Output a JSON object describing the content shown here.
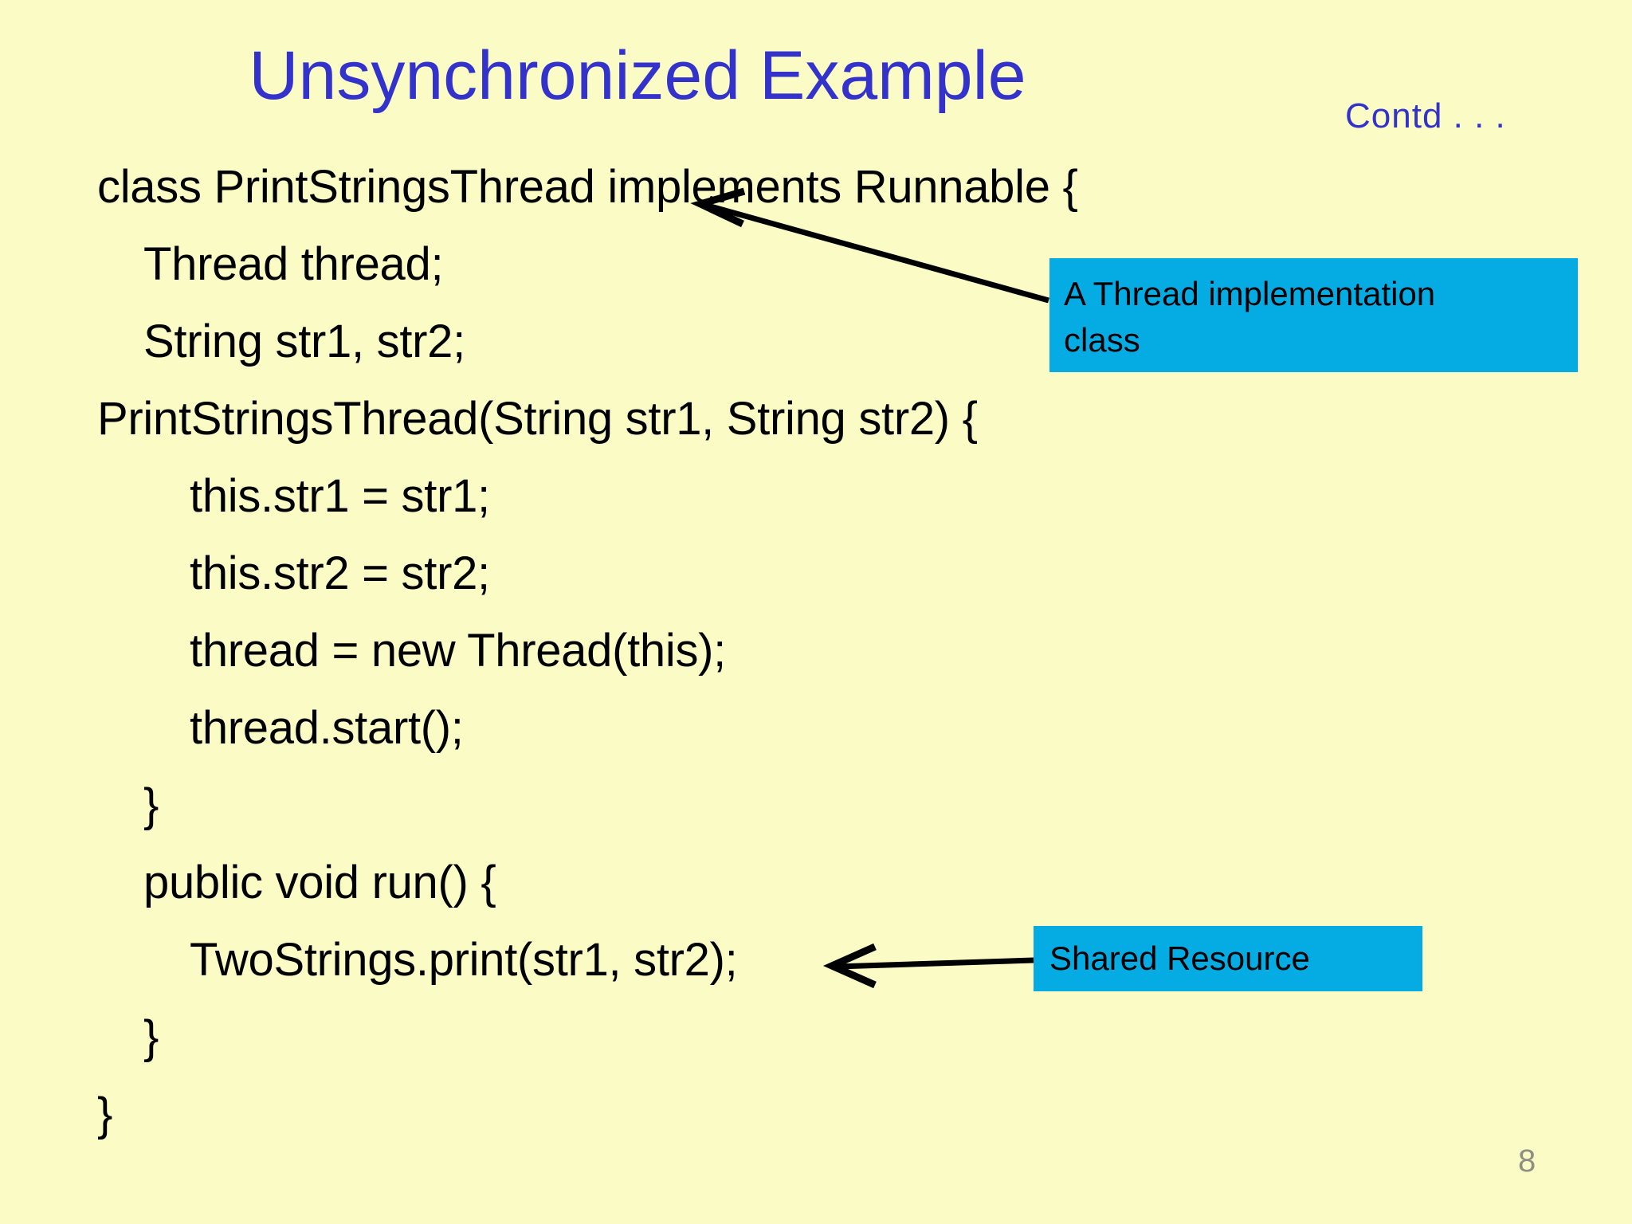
{
  "slide": {
    "background_color": "#fbfbc6",
    "title": "Unsynchronized Example",
    "title_color": "#3333cc",
    "continuation_label": "Contd . . .",
    "page_number": "8",
    "page_number_color": "#8e8e82"
  },
  "code": {
    "text_color": "#000000",
    "lines": [
      {
        "indent": 0,
        "text": "class PrintStringsThread implements Runnable {"
      },
      {
        "indent": 1,
        "text": "Thread thread;"
      },
      {
        "indent": 1,
        "text": "String str1, str2;"
      },
      {
        "indent": 0,
        "text": "PrintStringsThread(String str1, String str2) {"
      },
      {
        "indent": 2,
        "text": "this.str1 = str1;"
      },
      {
        "indent": 2,
        "text": "this.str2 = str2;"
      },
      {
        "indent": 2,
        "text": "thread = new Thread(this);"
      },
      {
        "indent": 2,
        "text": "thread.start();"
      },
      {
        "indent": 1,
        "text": "}"
      },
      {
        "indent": 1,
        "text": "public void run() {"
      },
      {
        "indent": 2,
        "text": "TwoStrings.print(str1, str2);"
      },
      {
        "indent": 1,
        "text": "}"
      },
      {
        "indent": 0,
        "text": "}"
      }
    ]
  },
  "callouts": {
    "box_color": "#05ace4",
    "thread_impl": {
      "line1": "A Thread implementation",
      "line2": "class"
    },
    "shared_resource": {
      "label": "Shared Resource"
    }
  },
  "annotations": {
    "arrow_color": "#000000",
    "arrow_thread_impl": "arrow from 'A Thread implementation class' box to the class declaration line",
    "arrow_shared_resource": "arrow from 'Shared Resource' box to TwoStrings.print call"
  }
}
